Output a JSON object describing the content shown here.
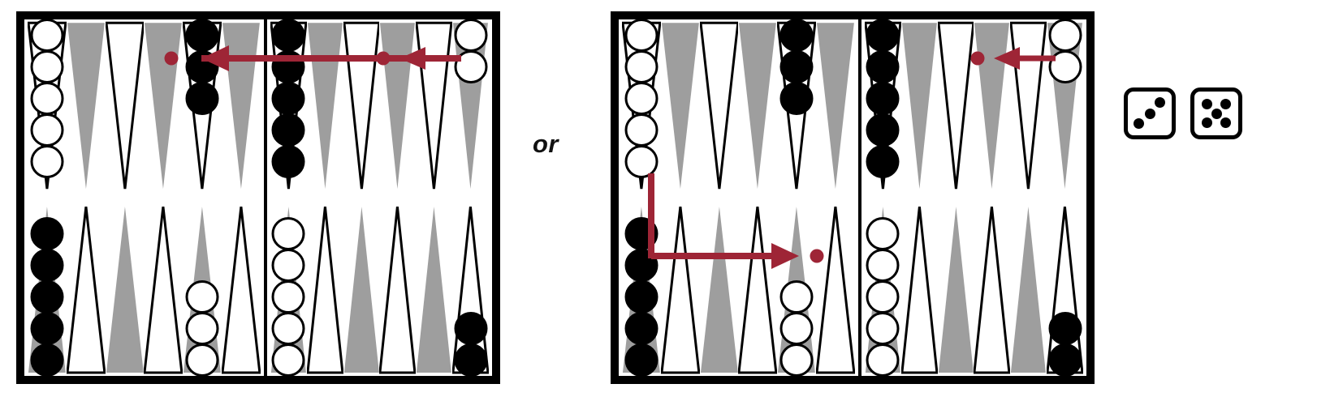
{
  "figure": {
    "title": "Backgammon move alternatives diagram",
    "separator_label": "or",
    "accent_color": "#9e2536",
    "checker_black": "#000000",
    "checker_white": "#ffffff",
    "point_dark_color": "#9e9e9e",
    "point_light_color": "#ffffff",
    "border_color": "#000000"
  },
  "dice": {
    "name": "dice-pair",
    "values": [
      3,
      5
    ],
    "die_1": {
      "label": "die-three",
      "pips": 3
    },
    "die_2": {
      "label": "die-five",
      "pips": 5
    }
  },
  "boards": [
    {
      "id": "board-left",
      "name": "backgammon-board-option-a",
      "quadrants": {
        "top_left": [
          {
            "point": 1,
            "color": "white",
            "count": 5,
            "shade": "light"
          },
          {
            "point": 2,
            "color": null,
            "count": 0,
            "shade": "dark"
          },
          {
            "point": 3,
            "color": null,
            "count": 0,
            "shade": "light"
          },
          {
            "point": 4,
            "color": null,
            "count": 0,
            "shade": "dark"
          },
          {
            "point": 5,
            "color": "black",
            "count": 3,
            "shade": "light"
          },
          {
            "point": 6,
            "color": null,
            "count": 0,
            "shade": "dark"
          }
        ],
        "top_right": [
          {
            "point": 7,
            "color": "black",
            "count": 5,
            "shade": "light"
          },
          {
            "point": 8,
            "color": null,
            "count": 0,
            "shade": "dark"
          },
          {
            "point": 9,
            "color": null,
            "count": 0,
            "shade": "light"
          },
          {
            "point": 10,
            "color": null,
            "count": 0,
            "shade": "dark"
          },
          {
            "point": 11,
            "color": null,
            "count": 0,
            "shade": "light"
          },
          {
            "point": 12,
            "color": "white",
            "count": 2,
            "shade": "dark"
          }
        ],
        "bottom_left": [
          {
            "point": 1,
            "color": "black",
            "count": 5,
            "shade": "dark"
          },
          {
            "point": 2,
            "color": null,
            "count": 0,
            "shade": "light"
          },
          {
            "point": 3,
            "color": null,
            "count": 0,
            "shade": "dark"
          },
          {
            "point": 4,
            "color": null,
            "count": 0,
            "shade": "light"
          },
          {
            "point": 5,
            "color": "white",
            "count": 3,
            "shade": "dark"
          },
          {
            "point": 6,
            "color": null,
            "count": 0,
            "shade": "light"
          }
        ],
        "bottom_right": [
          {
            "point": 7,
            "color": "white",
            "count": 5,
            "shade": "dark"
          },
          {
            "point": 8,
            "color": null,
            "count": 0,
            "shade": "light"
          },
          {
            "point": 9,
            "color": null,
            "count": 0,
            "shade": "dark"
          },
          {
            "point": 10,
            "color": null,
            "count": 0,
            "shade": "light"
          },
          {
            "point": 11,
            "color": null,
            "count": 0,
            "shade": "dark"
          },
          {
            "point": 12,
            "color": "black",
            "count": 2,
            "shade": "light"
          }
        ]
      },
      "annotations": [
        {
          "type": "arrow",
          "name": "move-arrow-long-top",
          "direction": "left",
          "target_dot": true
        },
        {
          "type": "arrow",
          "name": "move-arrow-short-top",
          "direction": "left",
          "target_dot": true
        }
      ]
    },
    {
      "id": "board-right",
      "name": "backgammon-board-option-b",
      "quadrants": {
        "top_left": [
          {
            "point": 1,
            "color": "white",
            "count": 5,
            "shade": "light"
          },
          {
            "point": 2,
            "color": null,
            "count": 0,
            "shade": "dark"
          },
          {
            "point": 3,
            "color": null,
            "count": 0,
            "shade": "light"
          },
          {
            "point": 4,
            "color": null,
            "count": 0,
            "shade": "dark"
          },
          {
            "point": 5,
            "color": "black",
            "count": 3,
            "shade": "light"
          },
          {
            "point": 6,
            "color": null,
            "count": 0,
            "shade": "dark"
          }
        ],
        "top_right": [
          {
            "point": 7,
            "color": "black",
            "count": 5,
            "shade": "light"
          },
          {
            "point": 8,
            "color": null,
            "count": 0,
            "shade": "dark"
          },
          {
            "point": 9,
            "color": null,
            "count": 0,
            "shade": "light"
          },
          {
            "point": 10,
            "color": null,
            "count": 0,
            "shade": "dark"
          },
          {
            "point": 11,
            "color": null,
            "count": 0,
            "shade": "light"
          },
          {
            "point": 12,
            "color": "white",
            "count": 2,
            "shade": "dark"
          }
        ],
        "bottom_left": [
          {
            "point": 1,
            "color": "black",
            "count": 5,
            "shade": "dark"
          },
          {
            "point": 2,
            "color": null,
            "count": 0,
            "shade": "light"
          },
          {
            "point": 3,
            "color": null,
            "count": 0,
            "shade": "dark"
          },
          {
            "point": 4,
            "color": null,
            "count": 0,
            "shade": "light"
          },
          {
            "point": 5,
            "color": "white",
            "count": 3,
            "shade": "dark"
          },
          {
            "point": 6,
            "color": null,
            "count": 0,
            "shade": "light"
          }
        ],
        "bottom_right": [
          {
            "point": 7,
            "color": "white",
            "count": 5,
            "shade": "dark"
          },
          {
            "point": 8,
            "color": null,
            "count": 0,
            "shade": "light"
          },
          {
            "point": 9,
            "color": null,
            "count": 0,
            "shade": "dark"
          },
          {
            "point": 10,
            "color": null,
            "count": 0,
            "shade": "light"
          },
          {
            "point": 11,
            "color": null,
            "count": 0,
            "shade": "dark"
          },
          {
            "point": 12,
            "color": "black",
            "count": 2,
            "shade": "light"
          }
        ]
      },
      "annotations": [
        {
          "type": "arrow",
          "name": "move-arrow-elbow-bottom",
          "direction": "right",
          "target_dot": true
        },
        {
          "type": "arrow",
          "name": "move-arrow-short-top",
          "direction": "left",
          "target_dot": true
        }
      ]
    }
  ]
}
